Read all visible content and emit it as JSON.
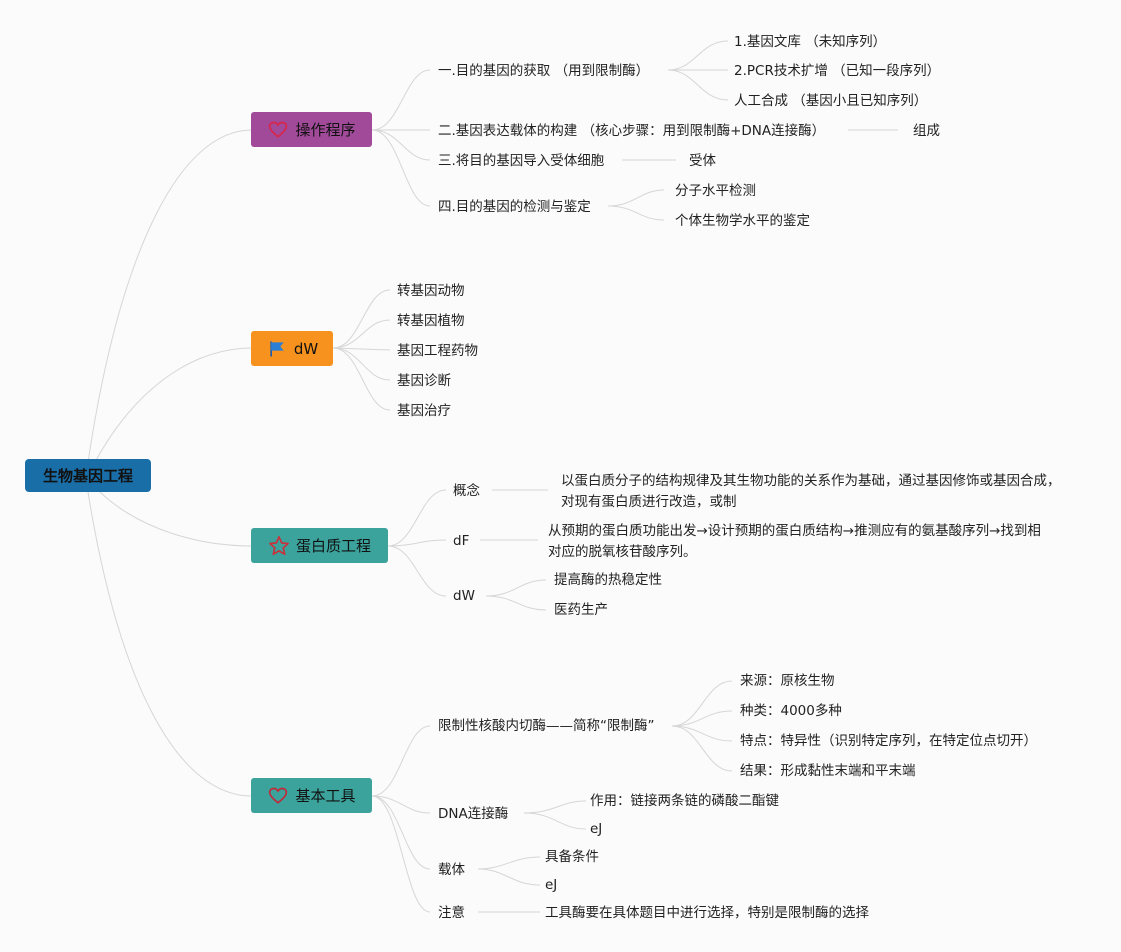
{
  "root": "生物基因工程",
  "colors": {
    "root": "#1a6ea8",
    "procedure": "#a24a9a",
    "dw": "#f7921e",
    "protein": "#3ba39c",
    "tools": "#3ba39c",
    "line": "#d6d6d6"
  },
  "branches": {
    "procedure": {
      "label": "操作程序",
      "icon": "heart-icon",
      "steps": [
        {
          "label": "一.目的基因的获取 （用到限制酶）",
          "items": [
            "1.基因文库 （未知序列）",
            "2.PCR技术扩增 （已知一段序列）",
            "人工合成 （基因小且已知序列）"
          ]
        },
        {
          "label": "二.基因表达载体的构建 （核心步骤：用到限制酶+DNA连接酶）",
          "items": [
            "组成"
          ]
        },
        {
          "label": "三.将目的基因导入受体细胞",
          "items": [
            "受体"
          ]
        },
        {
          "label": "四.目的基因的检测与鉴定",
          "items": [
            "分子水平检测",
            "个体生物学水平的鉴定"
          ]
        }
      ]
    },
    "dw": {
      "label": "dW",
      "icon": "flag-icon",
      "items": [
        "转基因动物",
        "转基因植物",
        "基因工程药物",
        "基因诊断",
        "基因治疗"
      ]
    },
    "protein": {
      "label": "蛋白质工程",
      "icon": "star-icon",
      "concept": {
        "label": "概念",
        "text": "以蛋白质分子的结构规律及其生物功能的关系作为基础，通过基因修饰或基因合成，对现有蛋白质进行改造，或制"
      },
      "df": {
        "label": "dF",
        "text": "从预期的蛋白质功能出发→设计预期的蛋白质结构→推测应有的氨基酸序列→找到相对应的脱氧核苷酸序列。"
      },
      "dw": {
        "label": "dW",
        "items": [
          "提高酶的热稳定性",
          "医药生产"
        ]
      }
    },
    "tools": {
      "label": "基本工具",
      "icon": "heart-icon",
      "enzyme": {
        "label": "限制性核酸内切酶——简称“限制酶”",
        "items": [
          "来源：原核生物",
          "种类：4000多种",
          "特点：特异性（识别特定序列，在特定位点切开）",
          "结果：形成黏性末端和平末端"
        ]
      },
      "ligase": {
        "label": "DNA连接酶",
        "items": [
          "作用：链接两条链的磷酸二酯键",
          "eJ"
        ]
      },
      "vector": {
        "label": "载体",
        "items": [
          "具备条件",
          "eJ"
        ]
      },
      "note": {
        "label": "注意",
        "text": "工具酶要在具体题目中进行选择，特别是限制酶的选择"
      }
    }
  }
}
